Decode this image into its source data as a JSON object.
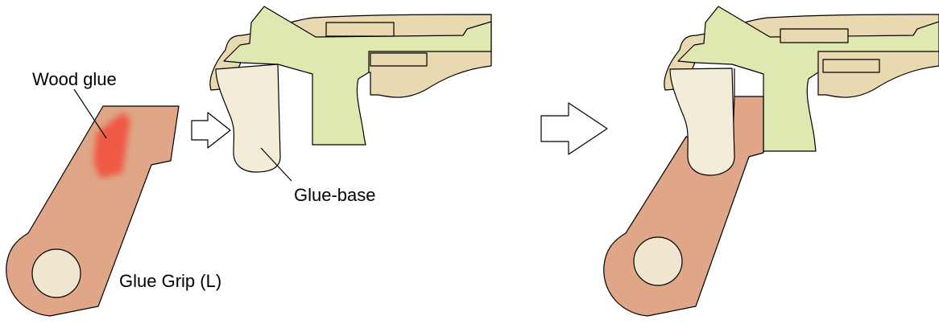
{
  "labels": {
    "wood_glue": "Wood glue",
    "glue_base": "Glue-base",
    "glue_grip": "Glue Grip (L)"
  },
  "colors": {
    "frame": "#e8d9b0",
    "upper": "#dfe8b0",
    "glue_base": "#f3ecd8",
    "grip": "#dfa787",
    "grip_hole": "#f0e6cf",
    "wood_glue": "#ef5a45",
    "outline": "#000000",
    "arrow_fill": "#ffffff"
  },
  "icons": {
    "push_arrow": "right-arrow-icon",
    "result_arrow": "right-arrow-icon"
  }
}
